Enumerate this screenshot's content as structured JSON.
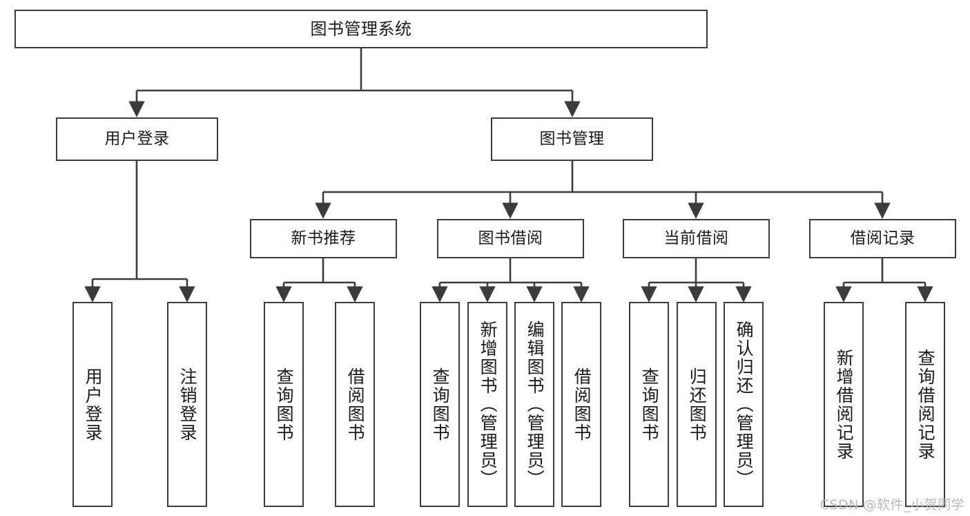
{
  "diagram": {
    "title": "图书管理系统",
    "watermark": "CSDN @软件_小贺同学",
    "colors": {
      "stroke": "#3b3b3b",
      "fill": "#ffffff",
      "text": "#1a1a1a",
      "watermark": "#b9b9b9"
    },
    "levels": {
      "level1": [
        {
          "id": "root",
          "label": "图书管理系统"
        }
      ],
      "level2": [
        {
          "id": "user-login",
          "label": "用户登录"
        },
        {
          "id": "book-manage",
          "label": "图书管理"
        }
      ],
      "level3": [
        {
          "id": "new-book-rec",
          "label": "新书推荐"
        },
        {
          "id": "book-borrow",
          "label": "图书借阅"
        },
        {
          "id": "current-borrow",
          "label": "当前借阅"
        },
        {
          "id": "borrow-record",
          "label": "借阅记录"
        }
      ],
      "level4": [
        {
          "id": "leaf-user-login",
          "label": "用户登录"
        },
        {
          "id": "leaf-logout-login",
          "label": "注销登录"
        },
        {
          "id": "leaf-query-book-1",
          "label": "查询图书"
        },
        {
          "id": "leaf-borrow-book-1",
          "label": "借阅图书"
        },
        {
          "id": "leaf-query-book-2",
          "label": "查询图书"
        },
        {
          "id": "leaf-add-book",
          "label": "新增图书（管理员）"
        },
        {
          "id": "leaf-edit-book",
          "label": "编辑图书（管理员）"
        },
        {
          "id": "leaf-borrow-book-2",
          "label": "借阅图书"
        },
        {
          "id": "leaf-query-book-3",
          "label": "查询图书"
        },
        {
          "id": "leaf-return-book",
          "label": "归还图书"
        },
        {
          "id": "leaf-confirm-return",
          "label": "确认归还（管理员）"
        },
        {
          "id": "leaf-add-record",
          "label": "新增借阅记录"
        },
        {
          "id": "leaf-query-record",
          "label": "查询借阅记录"
        }
      ]
    }
  }
}
